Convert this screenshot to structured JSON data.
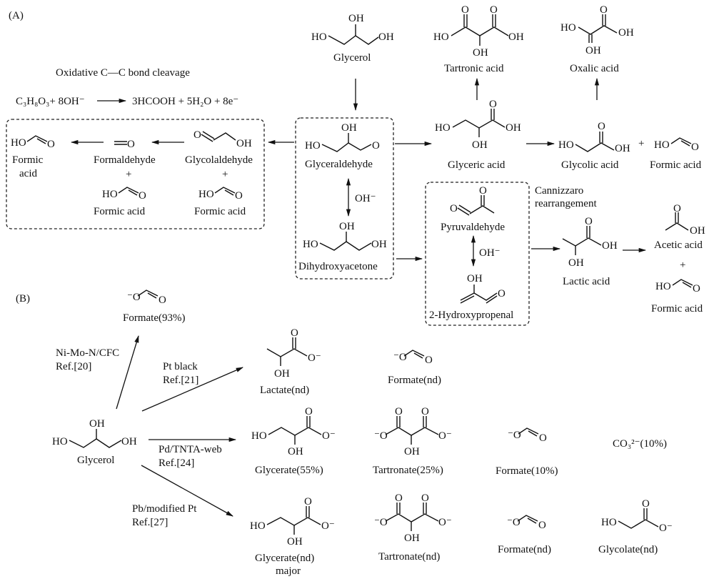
{
  "panels": {
    "a": {
      "label": "(A)",
      "cleavage_title": "Oxidative C—C bond cleavage",
      "equation_left": "C₃H₈O₃+ 8OH⁻",
      "equation_right": "3HCOOH + 5H₂O + 8e⁻",
      "compounds": {
        "glycerol": "Glycerol",
        "tartronic_acid": "Tartronic acid",
        "oxalic_acid": "Oxalic acid",
        "glyceraldehyde": "Glyceraldehyde",
        "glyceric_acid": "Glyceric acid",
        "glycolic_acid": "Glycolic acid",
        "formic_acid": "Formic acid",
        "formic_acid_split_1": "Formic",
        "formic_acid_split_2": "acid",
        "formaldehyde": "Formaldehyde",
        "glycolaldehyde": "Glycolaldehyde",
        "dihydroxyacetone": "Dihydroxyacetone",
        "pyruvaldehyde": "Pyruvaldehyde",
        "hydroxypropenal": "2-Hydroxypropenal",
        "lactic_acid": "Lactic acid",
        "acetic_acid": "Acetic acid"
      },
      "conditions": {
        "hydroxide": "OH⁻",
        "cannizzaro_1": "Cannizzaro",
        "cannizzaro_2": "rearrangement"
      },
      "plus": "+"
    },
    "b": {
      "label": "(B)",
      "reactant": "Glycerol",
      "routes": [
        {
          "catalyst": "Ni-Mo-N/CFC",
          "ref": "Ref.[20]",
          "products": [
            {
              "name": "Formate(93%)"
            }
          ]
        },
        {
          "catalyst": "Pt black",
          "ref": "Ref.[21]",
          "products": [
            {
              "name": "Lactate(nd)"
            },
            {
              "name": "Formate(nd)"
            }
          ]
        },
        {
          "catalyst": "Pd/TNTA-web",
          "ref": "Ref.[24]",
          "products": [
            {
              "name": "Glycerate(55%)"
            },
            {
              "name": "Tartronate(25%)"
            },
            {
              "name": "Formate(10%)"
            },
            {
              "name": "CO₃²⁻(10%)"
            }
          ]
        },
        {
          "catalyst": "Pb/modified Pt",
          "ref": "Ref.[27]",
          "products": [
            {
              "name": "Glycerate(nd)",
              "note": "major"
            },
            {
              "name": "Tartronate(nd)"
            },
            {
              "name": "Formate(nd)"
            },
            {
              "name": "Glycolate(nd)"
            }
          ]
        }
      ]
    }
  },
  "atoms": {
    "HO": "HO",
    "OH": "OH",
    "O": "O",
    "Ominus": "⁻O",
    "Ominus_r": "O⁻",
    "CO3": "CO",
    "CO3_sub": "3",
    "CO3_sup": "2−"
  }
}
